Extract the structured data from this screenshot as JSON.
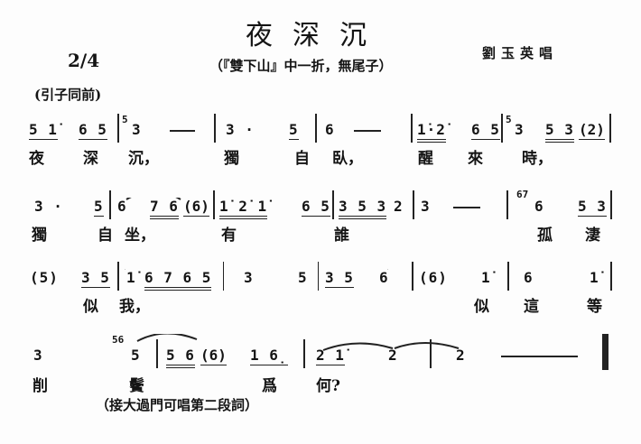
{
  "header": {
    "title": "夜深沉",
    "time_signature": "2/4",
    "subtitle": "（『雙下山』中一折，無尾子）",
    "singer": "劉玉英唱",
    "intro_note": "(引子同前)"
  },
  "rows": [
    {
      "notes": [
        "5 1̇",
        "6 5",
        "5",
        "3",
        "3 ·",
        "5",
        "6",
        "1̇·2̇",
        "6 5",
        "5",
        "3",
        "5 3",
        "(2)"
      ],
      "lyrics": [
        "夜",
        "深",
        "沉，",
        "獨",
        "自",
        "臥，",
        "醒",
        "來",
        "時，"
      ]
    },
    {
      "notes": [
        "3 ·",
        "5",
        "6",
        "7 6",
        "(6)",
        "1̇ 2̇ 1̇",
        "6 5",
        "3 5 3",
        "2",
        "3",
        "67",
        "6",
        "5 3"
      ],
      "lyrics": [
        "獨",
        "自",
        "坐，",
        "有",
        "誰",
        "孤",
        "淒"
      ]
    },
    {
      "notes": [
        "(5)",
        "3 5",
        "1̇",
        "6 7 6 5",
        "3",
        "5",
        "3 5",
        "6",
        "(6)",
        "1̇",
        "6",
        "1̇"
      ],
      "lyrics": [
        "似",
        "我，",
        "似",
        "這",
        "等"
      ]
    },
    {
      "notes": [
        "3",
        "56",
        "5",
        "5 6",
        "(6)",
        "1 6̣",
        "2 1̇",
        "2",
        "2"
      ],
      "lyrics": [
        "削",
        "鬢",
        "爲",
        "何?"
      ]
    }
  ],
  "footer": {
    "note": "（接大過門可唱第二段詞）"
  }
}
